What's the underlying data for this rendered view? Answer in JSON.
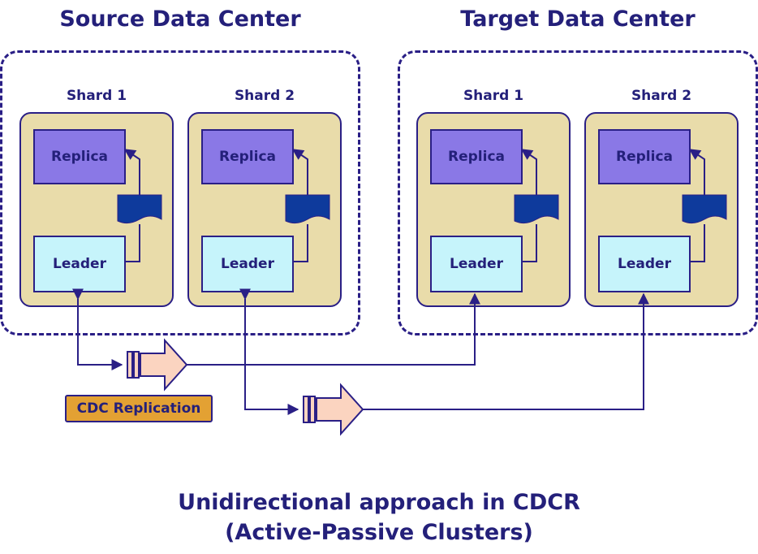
{
  "source_dc": {
    "title": "Source Data Center",
    "shards": [
      {
        "label": "Shard 1",
        "replica": "Replica",
        "leader": "Leader"
      },
      {
        "label": "Shard 2",
        "replica": "Replica",
        "leader": "Leader"
      }
    ]
  },
  "target_dc": {
    "title": "Target Data Center",
    "shards": [
      {
        "label": "Shard 1",
        "replica": "Replica",
        "leader": "Leader"
      },
      {
        "label": "Shard 2",
        "replica": "Replica",
        "leader": "Leader"
      }
    ]
  },
  "cdc_label": "CDC Replication",
  "caption": {
    "line1": "Unidirectional approach in CDCR",
    "line2": "(Active-Passive Clusters)"
  },
  "colors": {
    "outline": "#2a1f86",
    "shard_bg": "#e9dcaa",
    "replica_bg": "#8a78e6",
    "leader_bg": "#c6f4fb",
    "doc_fill": "#0e3a9c",
    "cdc_bg": "#e3a133",
    "arrow_fill": "#fbd4c0"
  },
  "icons": {
    "update_log": "document-icon",
    "replication_channel": "block-arrow-icon"
  }
}
